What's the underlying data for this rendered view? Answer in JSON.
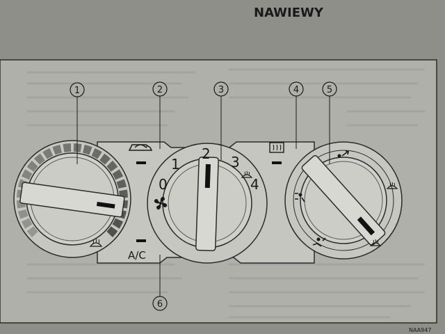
{
  "page": {
    "header": "NAWIEWY",
    "figure_code": "NAA947"
  },
  "callouts": [
    "1",
    "2",
    "3",
    "4",
    "5",
    "6"
  ],
  "fan_speed": {
    "labels": [
      "0",
      "1",
      "2",
      "3",
      "4"
    ]
  },
  "ac_button": {
    "label": "A/C"
  },
  "icons": {
    "recirculation": "recirculation-car-icon",
    "rear_defrost": "rear-defroster-icon",
    "fan": "fan-icon",
    "defrost": "windshield-defrost-icon",
    "face": "face-vent-icon",
    "bilevel": "bilevel-vent-icon",
    "foot": "foot-vent-icon",
    "foot_defrost": "foot-defrost-icon"
  },
  "colors": {
    "page": "#8f8f8a",
    "panel": "#b0b0ab",
    "ink": "#1a1a1a",
    "cold_scale": "#7c7c78",
    "hot_scale": "#555552"
  }
}
